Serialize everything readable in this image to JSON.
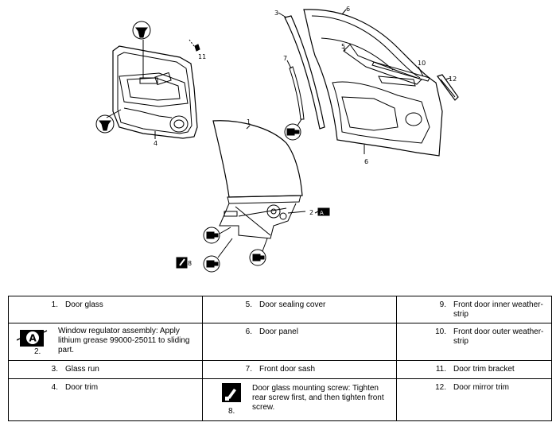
{
  "diagram": {
    "callouts": [
      "1",
      "2",
      "3",
      "4",
      "5",
      "6",
      "6",
      "7",
      "8",
      "10",
      "11",
      "12"
    ]
  },
  "legend": {
    "rows": [
      [
        {
          "num": "1.",
          "text": "Door glass"
        },
        {
          "num": "5.",
          "text": "Door sealing cover"
        },
        {
          "num": "9.",
          "text": "Front door inner weather-strip"
        }
      ],
      [
        {
          "num": "2.",
          "text": "Window regulator assembly: Apply lithium grease 99000-25011 to sliding part.",
          "icon": "grease-A-icon"
        },
        {
          "num": "6.",
          "text": "Door panel"
        },
        {
          "num": "10.",
          "text": "Front door outer weather-strip"
        }
      ],
      [
        {
          "num": "3.",
          "text": "Glass run"
        },
        {
          "num": "7.",
          "text": "Front door sash"
        },
        {
          "num": "11.",
          "text": "Door trim bracket"
        }
      ],
      [
        {
          "num": "4.",
          "text": "Door trim"
        },
        {
          "num": "8.",
          "text": "Door glass mounting screw: Tighten rear screw first, and then tighten front screw.",
          "icon": "tighten-screw-icon"
        },
        {
          "num": "12.",
          "text": "Door mirror trim"
        }
      ]
    ]
  }
}
